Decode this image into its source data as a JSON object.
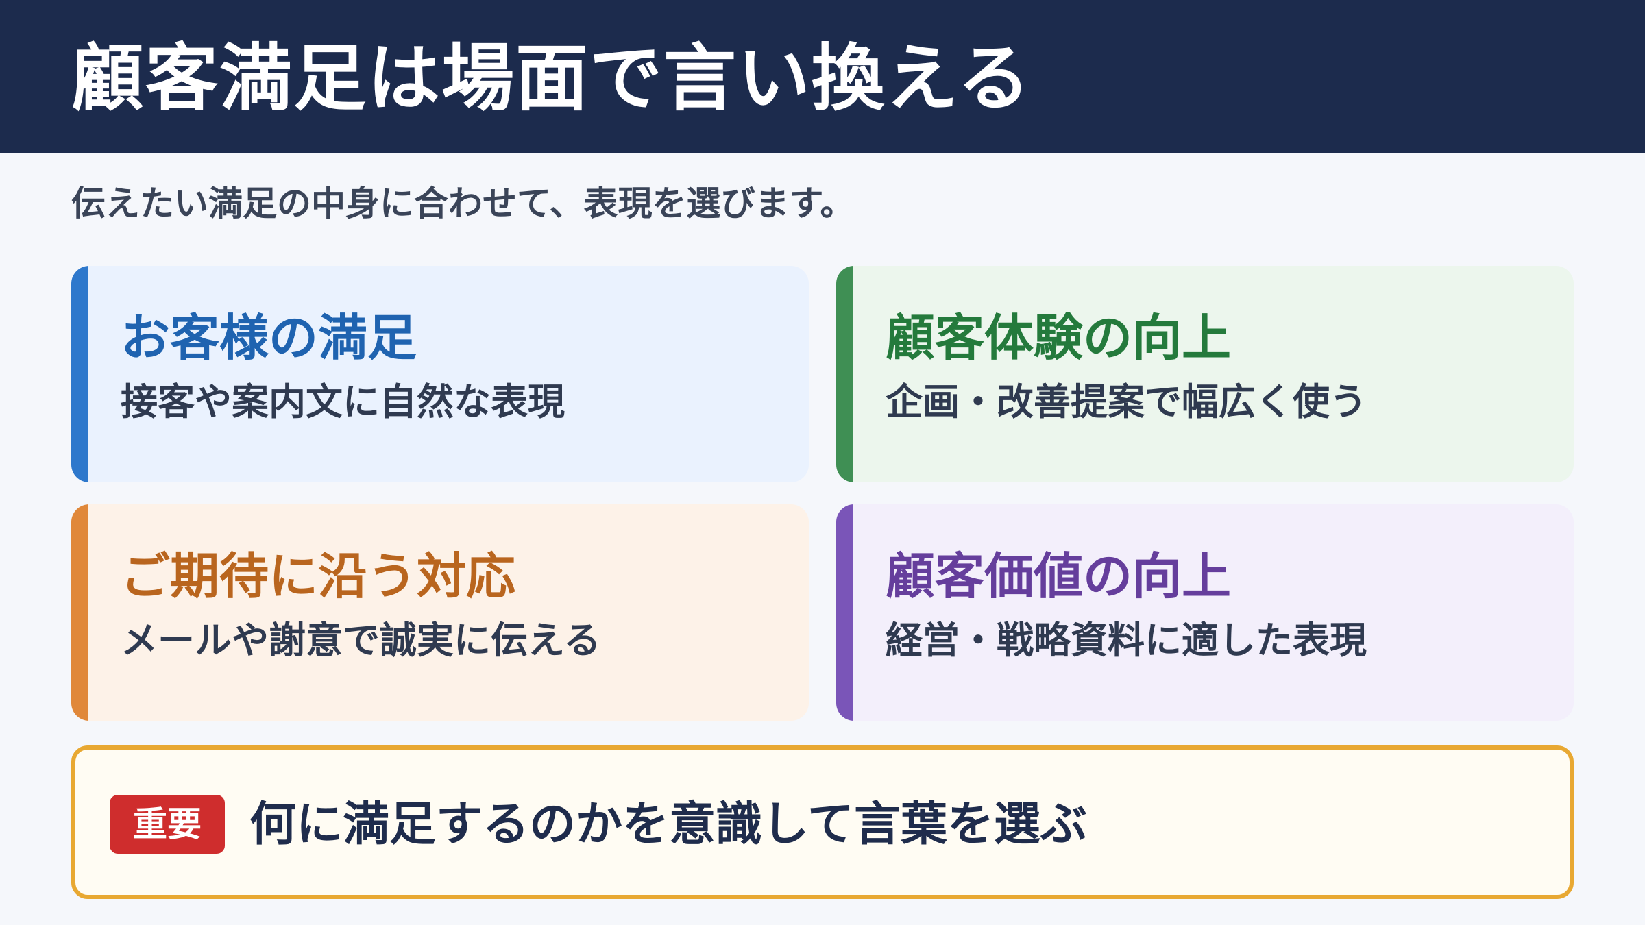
{
  "header": {
    "title": "顧客満足は場面で言い換える"
  },
  "subtitle": "伝えたい満足の中身に合わせて、表現を選びます。",
  "cards": [
    {
      "title": "お客様の満足",
      "description": "接客や案内文に自然な表現",
      "accent_color": "#2e78cc",
      "background_color": "#eaf2fe"
    },
    {
      "title": "顧客体験の向上",
      "description": "企画・改善提案で幅広く使う",
      "accent_color": "#3f8f54",
      "background_color": "#ecf6ed"
    },
    {
      "title": "ご期待に沿う対応",
      "description": "メールや謝意で誠実に伝える",
      "accent_color": "#e0883a",
      "background_color": "#fdf2e8"
    },
    {
      "title": "顧客価値の向上",
      "description": "経営・戦略資料に適した表現",
      "accent_color": "#7a55b8",
      "background_color": "#f3effb"
    }
  ],
  "callout": {
    "badge": "重要",
    "text": "何に満足するのかを意識して言葉を選ぶ",
    "border_color": "#e8a832",
    "badge_color": "#cf2d2d"
  }
}
